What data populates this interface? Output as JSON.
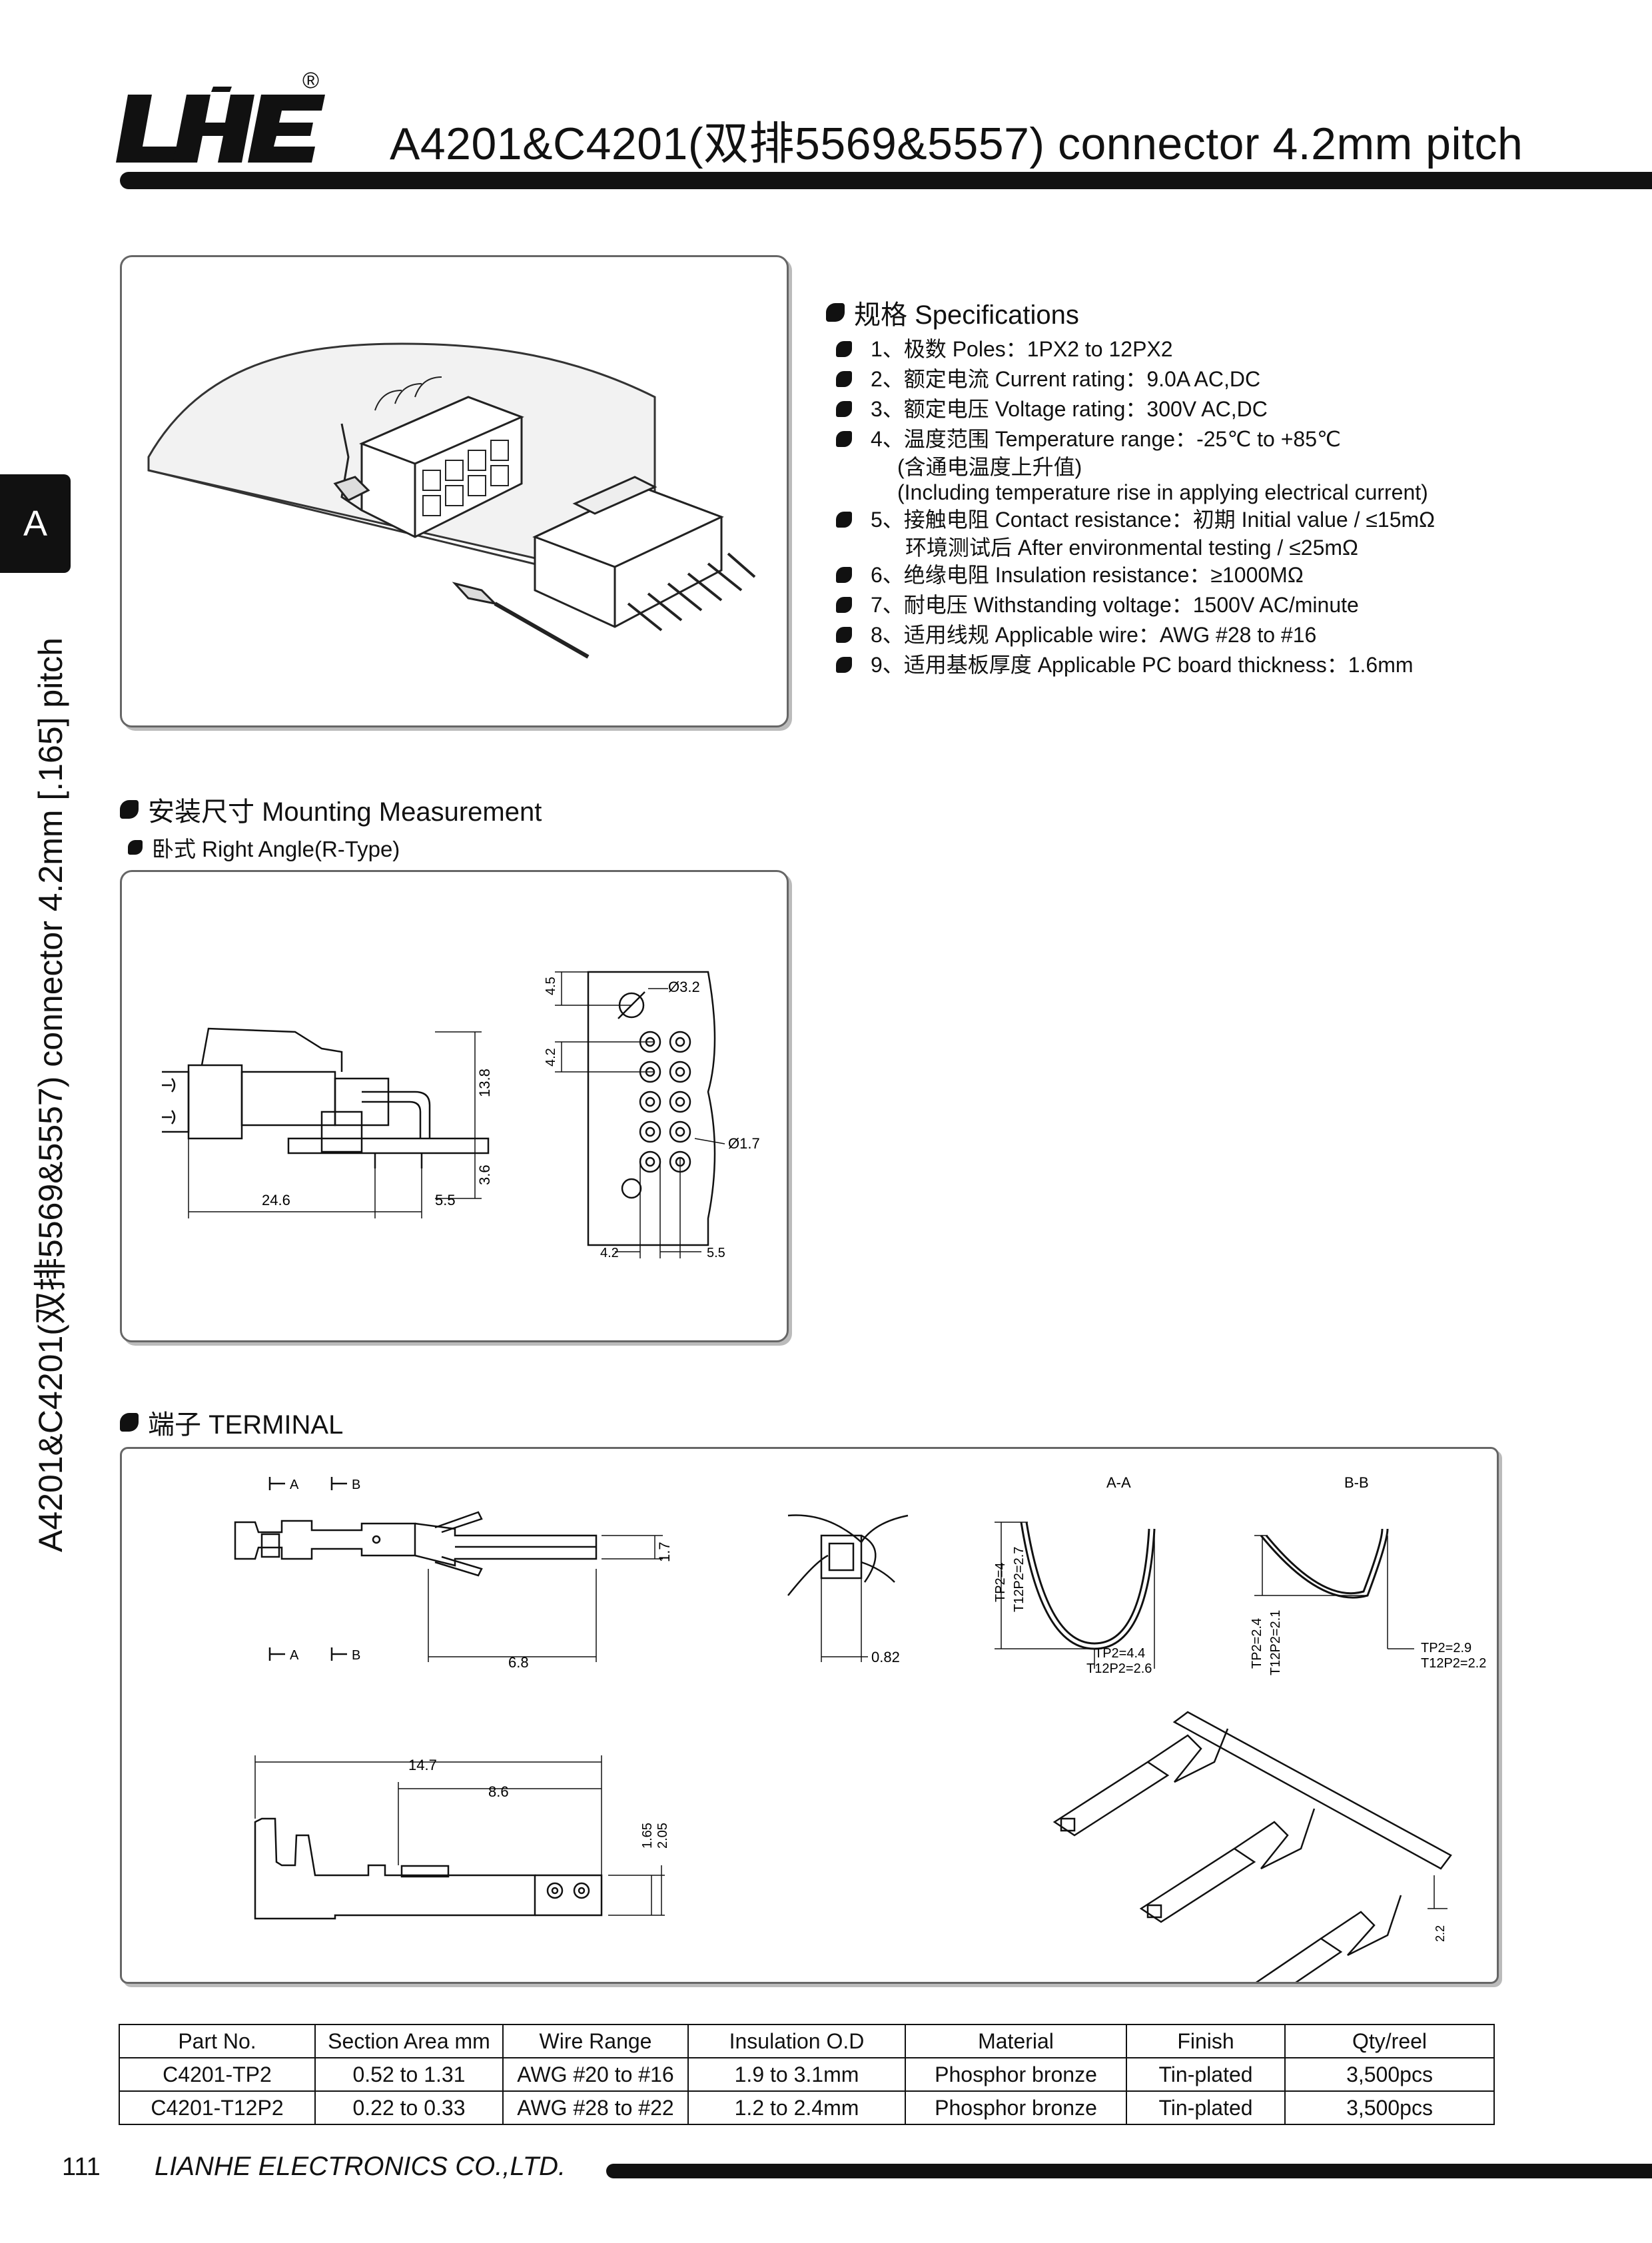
{
  "header": {
    "logo_text": "LHE",
    "registered_mark": "®",
    "title": "A4201&C4201(双排5569&5557) connector 4.2mm pitch"
  },
  "side_tab": {
    "letter": "A",
    "vertical_text": "A4201&C4201(双排5569&5557) connector 4.2mm [.165] pitch"
  },
  "specifications": {
    "heading": "规格 Specifications",
    "items": [
      {
        "text": "1、极数 Poles：1PX2 to 12PX2"
      },
      {
        "text": "2、额定电流 Current rating：9.0A  AC,DC"
      },
      {
        "text": "3、额定电压 Voltage rating：300V  AC,DC"
      },
      {
        "text": "4、温度范围 Temperature range：-25℃ to +85℃",
        "note1": "(含通电温度上升值)",
        "note2": "(Including temperature rise in applying electrical current)"
      },
      {
        "text": "5、接触电阻 Contact resistance：初期 Initial value / ≤15mΩ",
        "note1": "环境测试后 After environmental testing / ≤25mΩ"
      },
      {
        "text": "6、绝缘电阻 Insulation resistance：≥1000MΩ"
      },
      {
        "text": "7、耐电压 Withstanding voltage：1500V  AC/minute"
      },
      {
        "text": "8、适用线规 Applicable wire：AWG #28 to #16"
      },
      {
        "text": "9、适用基板厚度 Applicable PC board thickness：1.6mm"
      }
    ]
  },
  "mounting": {
    "heading": "安装尺寸 Mounting Measurement",
    "subheading": "卧式 Right Angle(R-Type)",
    "dims": {
      "d_24_6": "24.6",
      "d_5_5": "5.5",
      "d_13_8": "13.8",
      "d_3_6": "3.6",
      "d_4_5": "4.5",
      "d_4_2v": "4.2",
      "d_phi32": "Ø3.2",
      "d_phi17": "Ø1.7",
      "d_4_2h": "4.2",
      "d_5_5h": "5.5"
    }
  },
  "terminal": {
    "heading": "端子 TERMINAL",
    "labels": {
      "sec_a": "A",
      "sec_b": "B",
      "aa": "A-A",
      "bb": "B-B",
      "d_6_8": "6.8",
      "d_1_7": "1.7",
      "d_0_82": "0.82",
      "tp_a_v1": "TP2=4",
      "tp_a_v2": "T12P2=2.7",
      "tp_a_h1": "TP2=4.4",
      "tp_a_h2": "T12P2=2.6",
      "tp_b_v1": "TP2=2.4",
      "tp_b_v2": "T12P2=2.1",
      "tp_b_h1": "TP2=2.9",
      "tp_b_h2": "T12P2=2.2",
      "d_14_7": "14.7",
      "d_8_6": "8.6",
      "d_1_65": "1.65",
      "d_2_05": "2.05",
      "d_2_2": "2.2"
    }
  },
  "table": {
    "headers": [
      "Part No.",
      "Section Area mm",
      "Wire Range",
      "Insulation O.D",
      "Material",
      "Finish",
      "Qty/reel"
    ],
    "rows": [
      [
        "C4201-TP2",
        "0.52 to 1.31",
        "AWG #20 to #16",
        "1.9 to 3.1mm",
        "Phosphor bronze",
        "Tin-plated",
        "3,500pcs"
      ],
      [
        "C4201-T12P2",
        "0.22 to 0.33",
        "AWG #28 to #22",
        "1.2 to 2.4mm",
        "Phosphor bronze",
        "Tin-plated",
        "3,500pcs"
      ]
    ]
  },
  "footer": {
    "page_number": "111",
    "company": "LIANHE ELECTRONICS CO.,LTD."
  }
}
